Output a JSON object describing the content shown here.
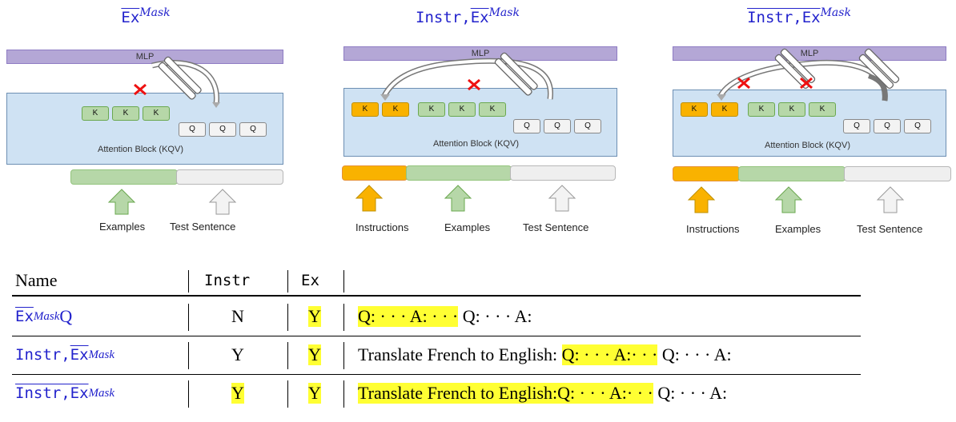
{
  "panels": [
    {
      "title_base": "Ex",
      "title_sup": "Mask",
      "mlp_label": "MLP",
      "attention_label": "Attention Block (KQV)",
      "keys": [
        "K",
        "K",
        "K"
      ],
      "queries": [
        "Q",
        "Q",
        "Q"
      ],
      "labels": [
        "Examples",
        "Test Sentence"
      ]
    },
    {
      "title_prefix": "Instr,",
      "title_base": "Ex",
      "title_sup": "Mask",
      "mlp_label": "MLP",
      "attention_label": "Attention Block (KQV)",
      "instr_keys": [
        "K",
        "K"
      ],
      "keys": [
        "K",
        "K",
        "K"
      ],
      "queries": [
        "Q",
        "Q",
        "Q"
      ],
      "labels": [
        "Instructions",
        "Examples",
        "Test Sentence"
      ]
    },
    {
      "title_base": "Instr,Ex",
      "title_sup": "Mask",
      "mlp_label": "MLP",
      "attention_label": "Attention Block (KQV)",
      "instr_keys": [
        "K",
        "K"
      ],
      "keys": [
        "K",
        "K",
        "K"
      ],
      "queries": [
        "Q",
        "Q",
        "Q"
      ],
      "labels": [
        "Instructions",
        "Examples",
        "Test Sentence"
      ]
    }
  ],
  "table": {
    "headers": [
      "Name",
      "Instr",
      "Ex"
    ],
    "rows": [
      {
        "name_base": "Ex",
        "name_sup": "Mask",
        "name_suffix": "Q",
        "instr": "N",
        "ex": "Y",
        "prompt_hl": "Q: · · · A: · · ·",
        "prompt_rest": " Q: · · · A:"
      },
      {
        "name_prefix": "Instr,",
        "name_base": "Ex",
        "name_sup": "Mask",
        "instr": "Y",
        "ex": "Y",
        "prompt_pre": "Translate French to English: ",
        "prompt_hl": "Q: · · · A:· · ·",
        "prompt_rest": " Q: · · · A:"
      },
      {
        "name_base": "Instr,Ex",
        "name_sup": "Mask",
        "instr": "Y",
        "ex": "Y",
        "prompt_pre_hl": "Translate French to English:",
        "prompt_hl": "Q: · · · A:· · ·",
        "prompt_rest": " Q: · · · A:"
      }
    ]
  },
  "colors": {
    "instructions": "#f9b200",
    "examples": "#b6d7a8",
    "test": "#efefef",
    "highlight": "#ffff33",
    "title": "#2222cc"
  }
}
